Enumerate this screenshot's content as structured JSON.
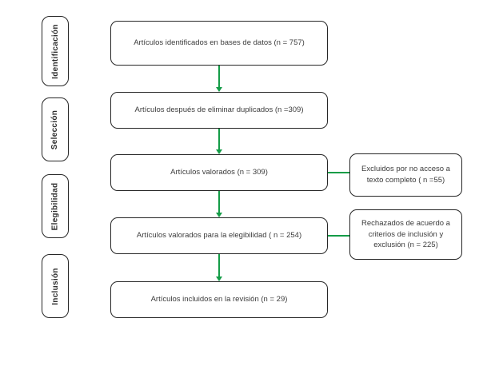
{
  "diagram": {
    "title": "PRISMA flow diagram (Spanish)",
    "stages": [
      {
        "label": "Identificación"
      },
      {
        "label": "Selección"
      },
      {
        "label": "Elegibilidad"
      },
      {
        "label": "Inclusión"
      }
    ],
    "flow": [
      {
        "text": "Artículos identificados en bases de datos (n = 757)",
        "n": 757
      },
      {
        "text": "Artículos después de eliminar duplicados (n =309)",
        "n": 309
      },
      {
        "text": "Artículos valorados (n = 309)",
        "n": 309
      },
      {
        "text": "Artículos valorados para la elegibilidad ( n = 254)",
        "n": 254
      },
      {
        "text": "Artículos incluidos en la revisión  (n = 29)",
        "n": 29
      }
    ],
    "exclusions": [
      {
        "text": "Excluidos por no acceso a texto completo ( n =55)",
        "n": 55
      },
      {
        "text": "Rechazados de acuerdo a criterios de inclusión y exclusión (n = 225)",
        "n": 225
      }
    ],
    "colors": {
      "arrow_green": "#149c47",
      "box_border": "#262626",
      "text_color": "#3c3c3c"
    }
  }
}
